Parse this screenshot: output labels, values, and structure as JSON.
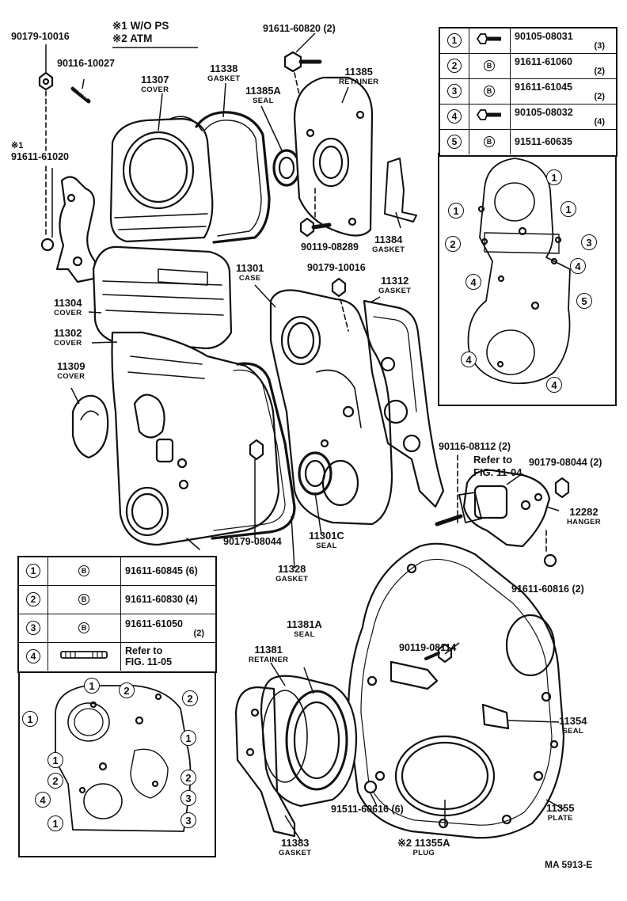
{
  "notes": {
    "star1": "※1 W/O PS",
    "star2": "※2 ATM"
  },
  "footer_code": "MA 5913-E",
  "parts": {
    "p90179_10016_a": "90179-10016",
    "p90116_10027": "90116-10027",
    "p91611_60820": "91611-60820 (2)",
    "p11307": {
      "num": "11307",
      "name": "COVER"
    },
    "p11338": {
      "num": "11338",
      "name": "GASKET"
    },
    "p11385A": {
      "num": "11385A",
      "name": "SEAL"
    },
    "p11385": {
      "num": "11385",
      "name": "RETAINER"
    },
    "star1_note": "※1",
    "p91611_61020": "91611-61020",
    "p90119_08289": "90119-08289",
    "p11384": {
      "num": "11384",
      "name": "GASKET"
    },
    "p11301": {
      "num": "11301",
      "name": "CASE"
    },
    "p90179_10016_b": "90179-10016",
    "p11312": {
      "num": "11312",
      "name": "GASKET"
    },
    "p11304": {
      "num": "11304",
      "name": "COVER"
    },
    "p11302": {
      "num": "11302",
      "name": "COVER"
    },
    "p11309": {
      "num": "11309",
      "name": "COVER"
    },
    "p90116_08112": "90116-08112 (2)",
    "refer_a_1": "Refer to",
    "refer_a_2": "FIG. 11-04",
    "p90179_08044_b": "90179-08044 (2)",
    "p12282": {
      "num": "12282",
      "name": "HANGER"
    },
    "p90179_08044_a": "90179-08044",
    "p11301C": {
      "num": "11301C",
      "name": "SEAL"
    },
    "p11328": {
      "num": "11328",
      "name": "GASKET"
    },
    "p91611_60816": "91611-60816 (2)",
    "p11381A": {
      "num": "11381A",
      "name": "SEAL"
    },
    "p11381": {
      "num": "11381",
      "name": "RETAINER"
    },
    "p90119_08114": "90119-08114",
    "p11354": {
      "num": "11354",
      "name": "SEAL"
    },
    "p11355": {
      "num": "11355",
      "name": "PLATE"
    },
    "p11383": {
      "num": "11383",
      "name": "GASKET"
    },
    "p91511_60616": "91511-60616 (6)",
    "p11355A": {
      "num": "※2 11355A",
      "name": "PLUG"
    }
  },
  "table_top": {
    "rows": [
      {
        "idx": "1",
        "icon": "bolt-washer",
        "part": "90105-08031",
        "qty": "(3)"
      },
      {
        "idx": "2",
        "icon": "B",
        "part": "91611-61060",
        "qty": "(2)"
      },
      {
        "idx": "3",
        "icon": "B",
        "part": "91611-61045",
        "qty": "(2)"
      },
      {
        "idx": "4",
        "icon": "bolt-washer",
        "part": "90105-08032",
        "qty": "(4)"
      },
      {
        "idx": "5",
        "icon": "B",
        "part": "91511-60635",
        "qty": ""
      }
    ]
  },
  "table_bottom": {
    "rows": [
      {
        "idx": "1",
        "icon": "B",
        "part": "91611-60845 (6)",
        "qty": ""
      },
      {
        "idx": "2",
        "icon": "B",
        "part": "91611-60830 (4)",
        "qty": ""
      },
      {
        "idx": "3",
        "icon": "B",
        "part": "91611-61050",
        "qty": "(2)"
      },
      {
        "idx": "4",
        "icon": "stud",
        "part": "Refer to",
        "part2": "FIG. 11-05",
        "qty": ""
      }
    ]
  },
  "callouts_top": [
    "1",
    "1",
    "1",
    "2",
    "3",
    "4",
    "4",
    "5",
    "4",
    "4"
  ],
  "callouts_bottom": [
    "1",
    "2",
    "2",
    "1",
    "1",
    "1",
    "2",
    "2",
    "4",
    "3",
    "1",
    "3"
  ]
}
